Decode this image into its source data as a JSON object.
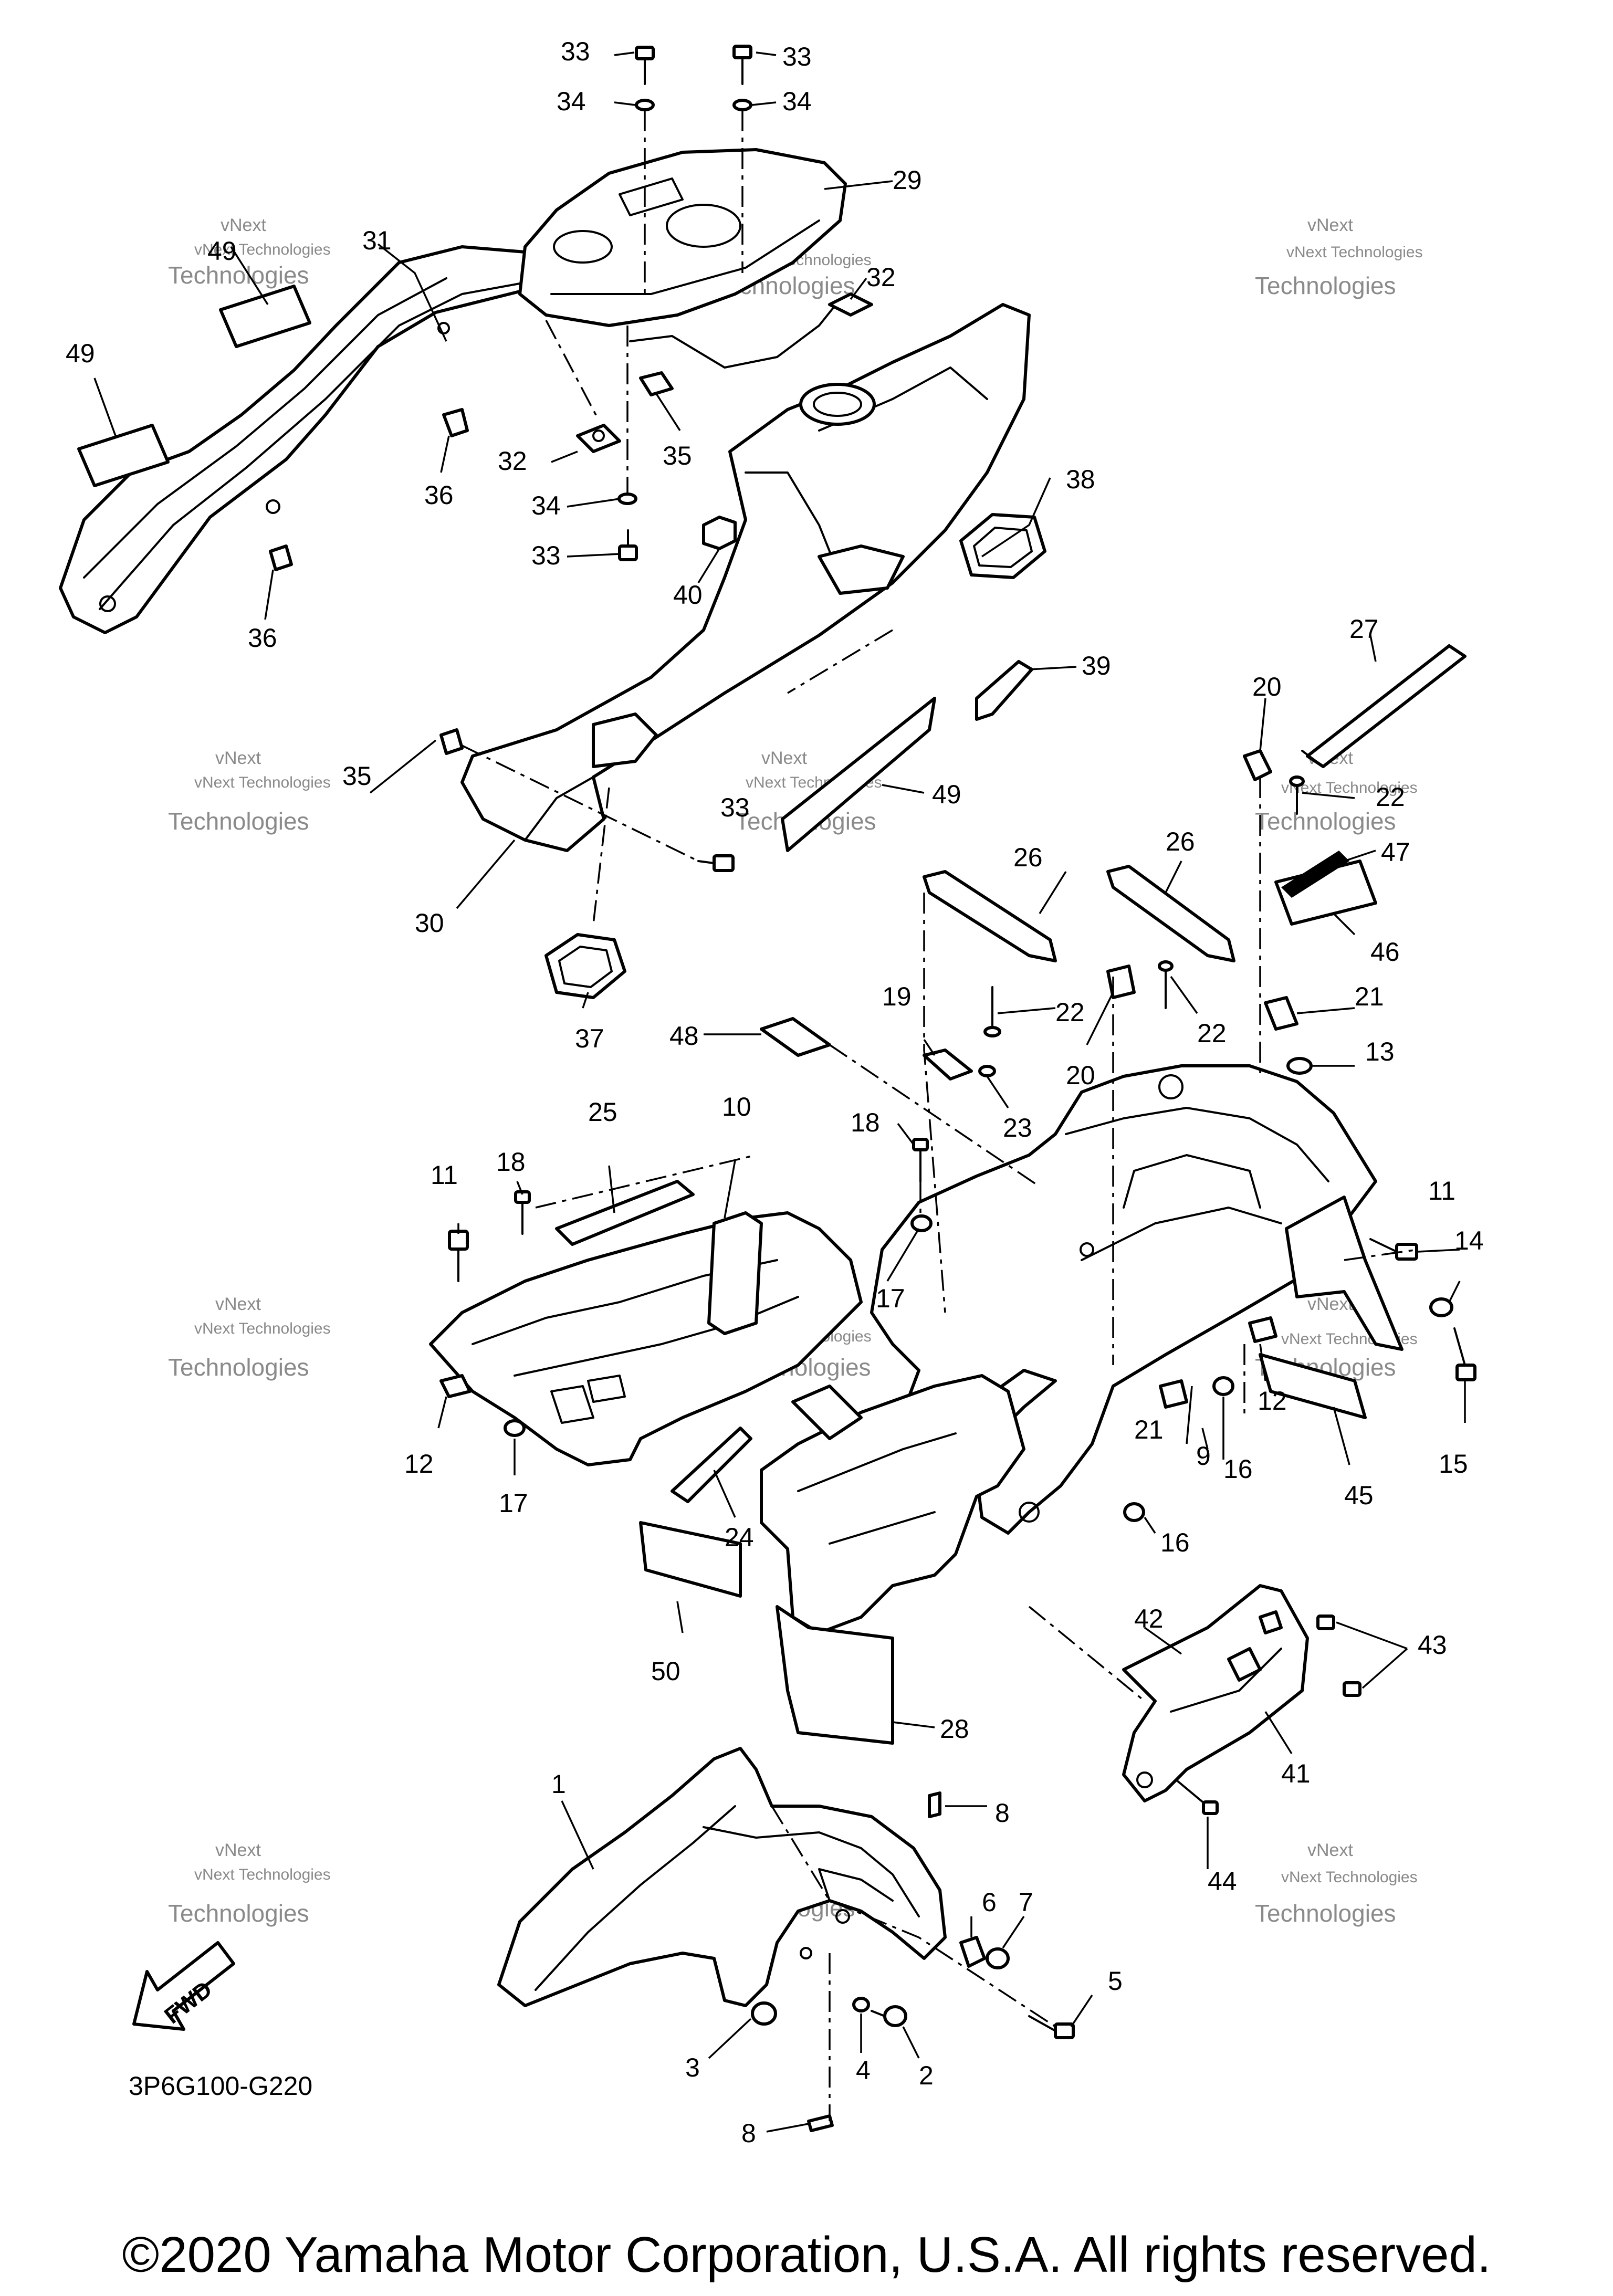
{
  "diagram_code": "3P6G100-G220",
  "direction_label": "FWD",
  "watermark_line1": "vNext",
  "watermark_line2": "vNext Technologies",
  "watermark_line3": "Technologies",
  "copyright": "©2020 Yamaha Motor Corporation, U.S.A. All rights reserved.",
  "callouts": {
    "c1": "1",
    "c2": "2",
    "c3": "3",
    "c4": "4",
    "c5": "5",
    "c6": "6",
    "c7": "7",
    "c8a": "8",
    "c8b": "8",
    "c9": "9",
    "c10": "10",
    "c11a": "11",
    "c11b": "11",
    "c12a": "12",
    "c12b": "12",
    "c13": "13",
    "c14": "14",
    "c15": "15",
    "c16a": "16",
    "c16b": "16",
    "c17a": "17",
    "c17b": "17",
    "c18a": "18",
    "c18b": "18",
    "c19": "19",
    "c20a": "20",
    "c20b": "20",
    "c21a": "21",
    "c21b": "21",
    "c22a": "22",
    "c22b": "22",
    "c22c": "22",
    "c23": "23",
    "c24": "24",
    "c25": "25",
    "c26a": "26",
    "c26b": "26",
    "c27": "27",
    "c28": "28",
    "c29": "29",
    "c30": "30",
    "c31": "31",
    "c32a": "32",
    "c32b": "32",
    "c33a": "33",
    "c33b": "33",
    "c33c": "33",
    "c33d": "33",
    "c34a": "34",
    "c34b": "34",
    "c34c": "34",
    "c35a": "35",
    "c35b": "35",
    "c36a": "36",
    "c36b": "36",
    "c37": "37",
    "c38": "38",
    "c39": "39",
    "c40": "40",
    "c41": "41",
    "c42": "42",
    "c43": "43",
    "c44": "44",
    "c45": "45",
    "c46": "46",
    "c47": "47",
    "c48": "48",
    "c49a": "49",
    "c49b": "49",
    "c49c": "49",
    "c50": "50"
  }
}
